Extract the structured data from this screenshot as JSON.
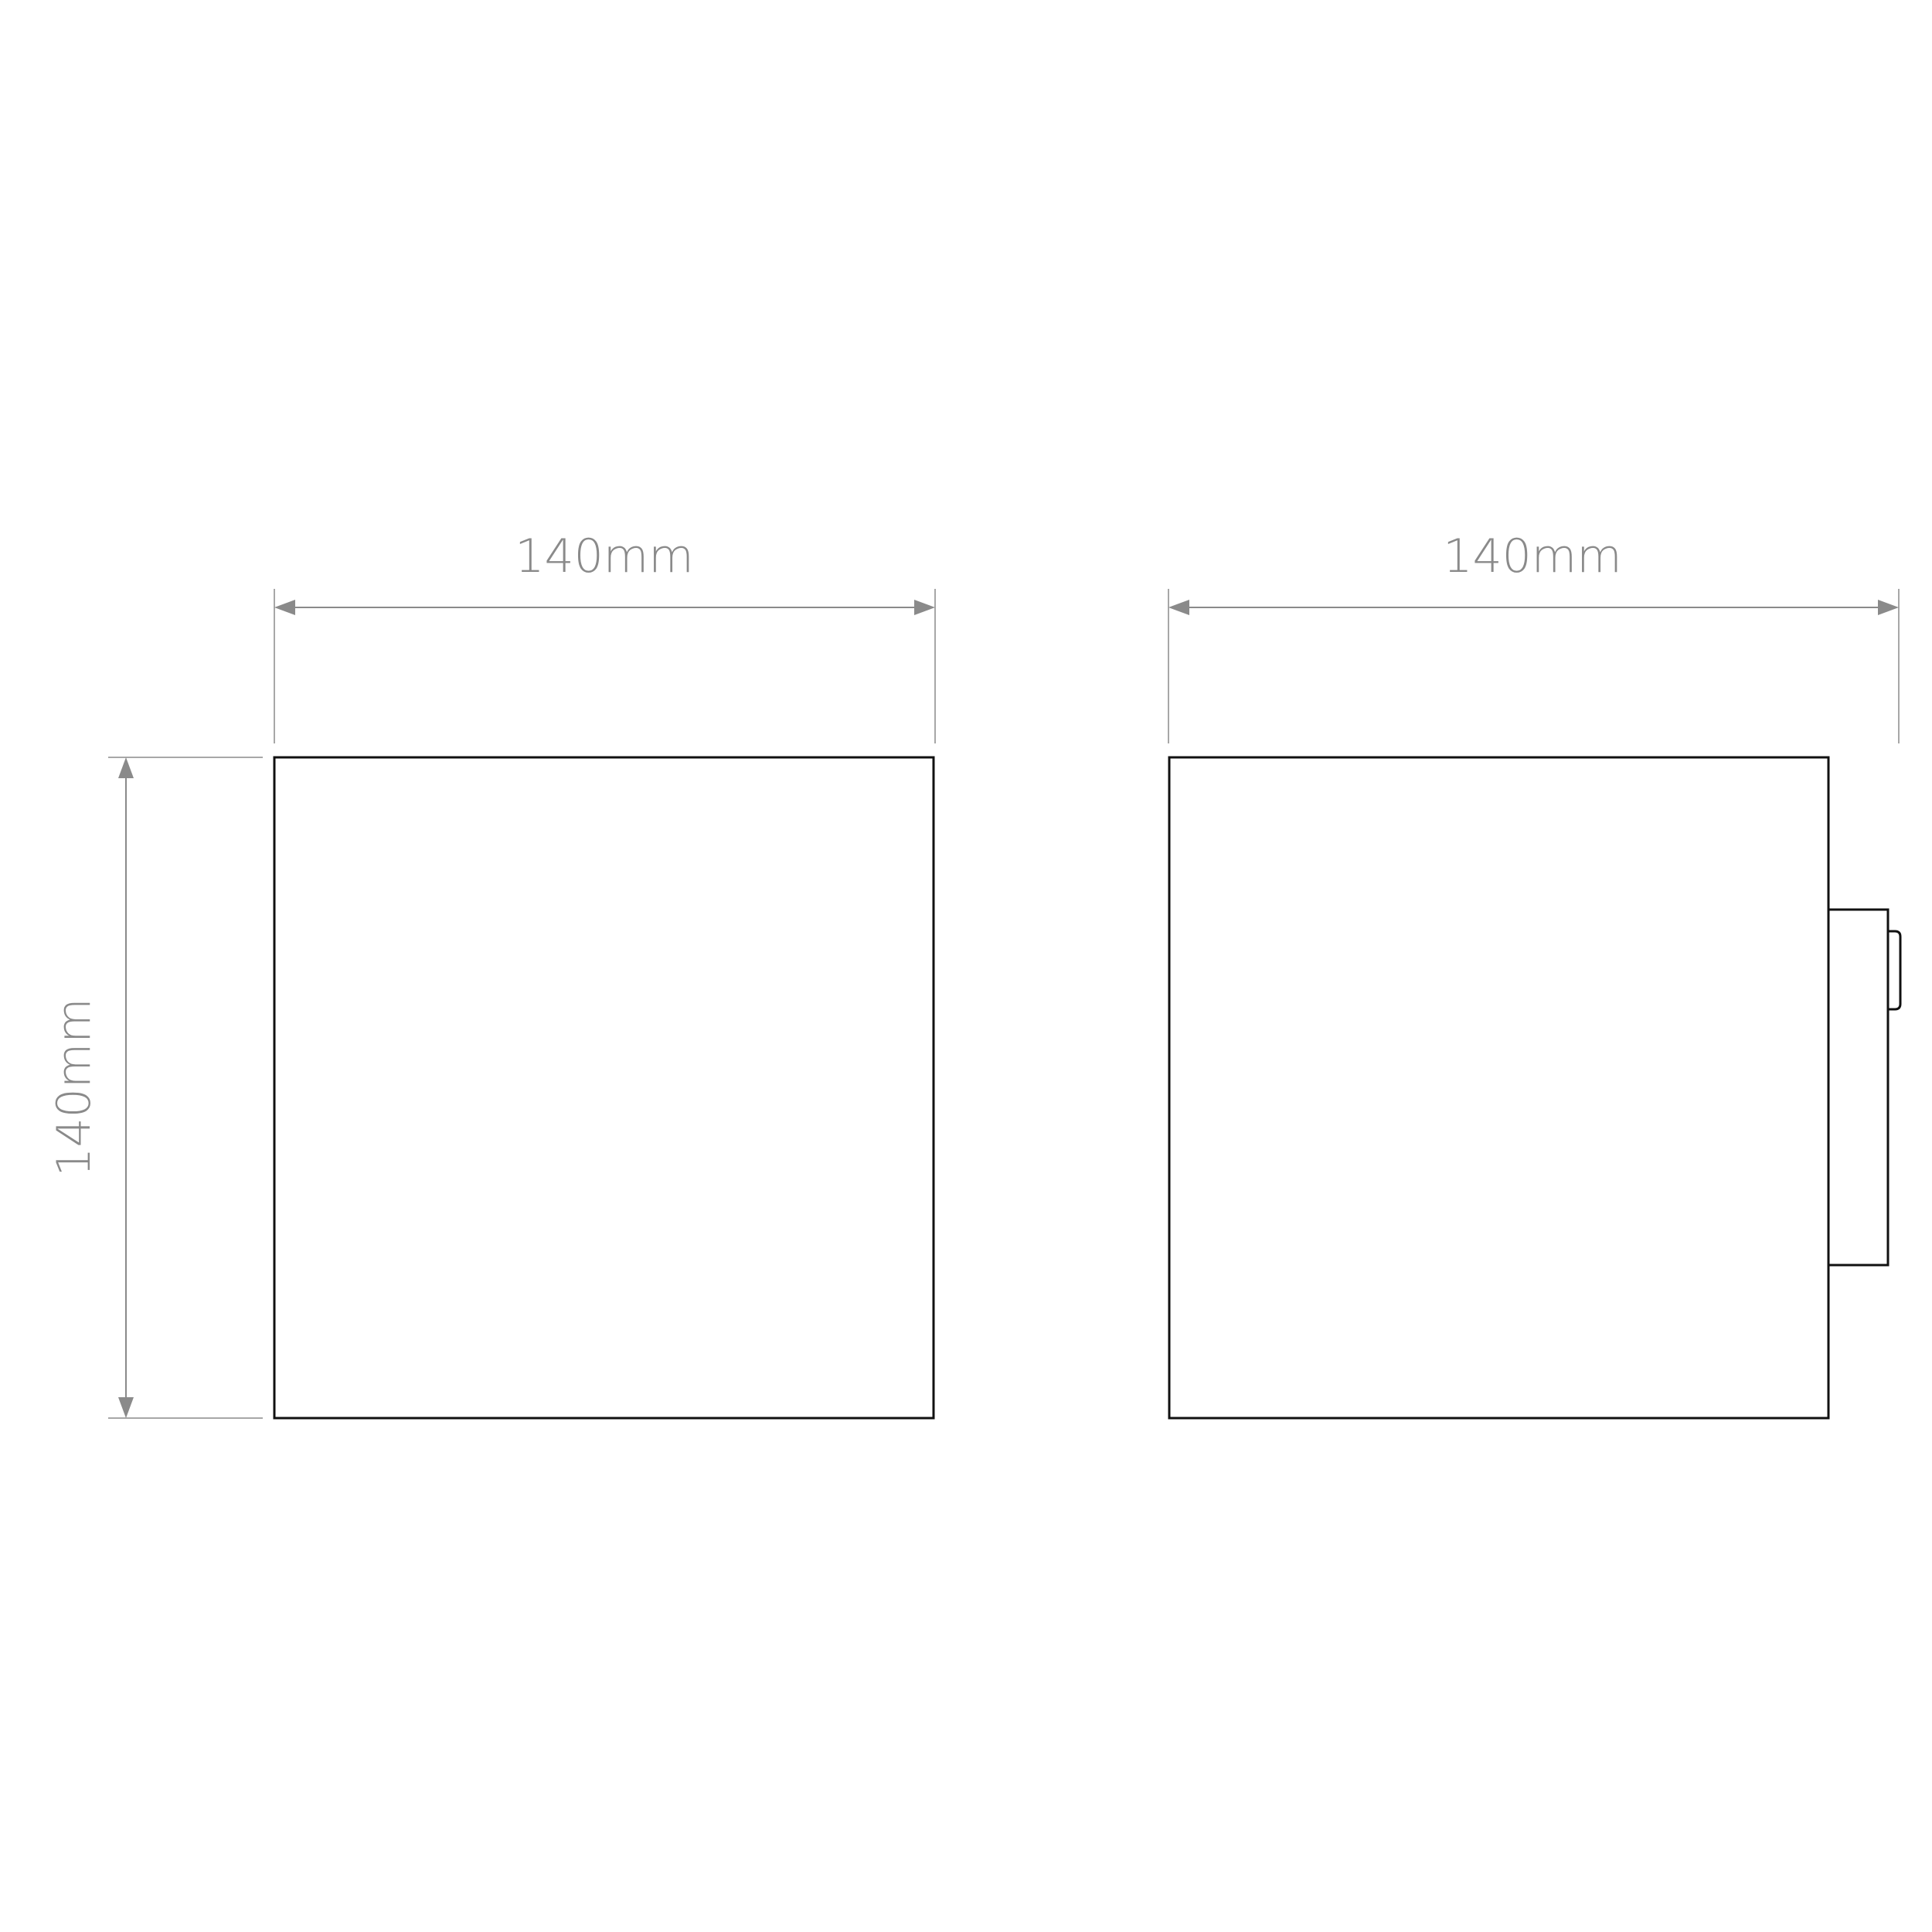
{
  "front_view": {
    "width_label": "140mm",
    "height_label": "140mm"
  },
  "side_view": {
    "depth_label": "140mm"
  },
  "colors": {
    "dimension": "#8a8a8a",
    "outline": "#111111",
    "background": "#ffffff"
  }
}
